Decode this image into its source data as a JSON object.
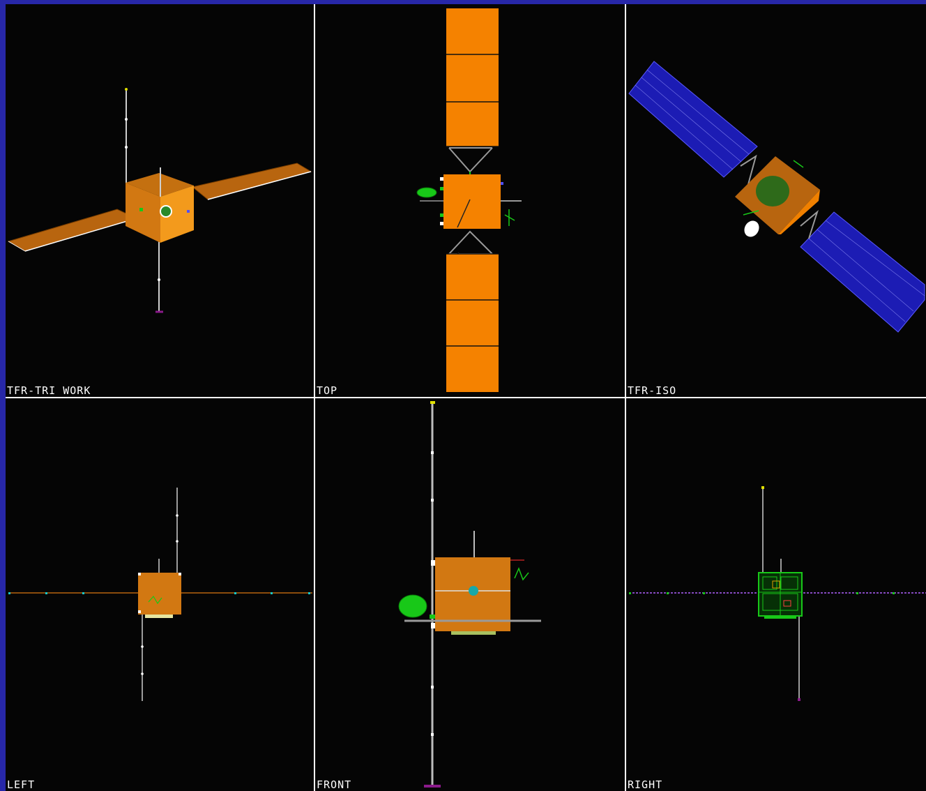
{
  "viewports": {
    "tfr_tri_work": {
      "label": "TFR-TRI WORK"
    },
    "top": {
      "label": "TOP"
    },
    "tfr_iso": {
      "label": "TFR-ISO"
    },
    "left": {
      "label": "LEFT"
    },
    "front": {
      "label": "FRONT"
    },
    "right": {
      "label": "RIGHT"
    }
  },
  "colors": {
    "frame": "#2727a8",
    "viewport_bg": "#050505",
    "divider": "#ffffff",
    "bus_orange": "#f08000",
    "panel_brown": "#b8650f",
    "solar_blue": "#1c1cb4",
    "antenna_green": "#18c818"
  }
}
